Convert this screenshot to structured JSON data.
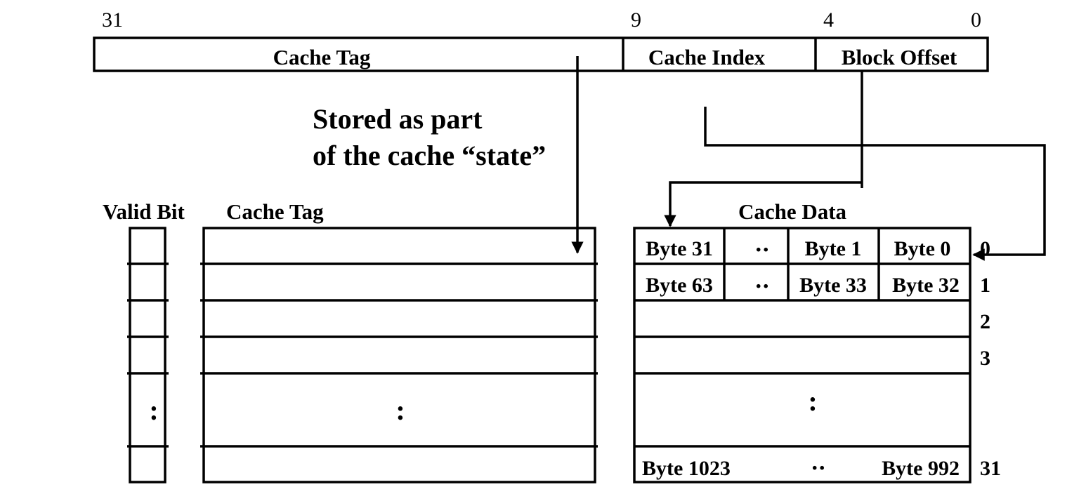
{
  "address": {
    "bit_labels": [
      "31",
      "9",
      "4",
      "0"
    ],
    "fields": [
      "Cache Tag",
      "Cache Index",
      "Block Offset"
    ]
  },
  "note": [
    "Stored as part",
    "of the cache “state”"
  ],
  "headers": {
    "valid_bit": "Valid Bit",
    "cache_tag": "Cache Tag",
    "cache_data": "Cache Data"
  },
  "ellipsis_vertical": ":",
  "ellipsis_horizontal": "․․",
  "data_rows": [
    {
      "cells": [
        "Byte 31",
        "․․",
        "Byte 1",
        "Byte 0"
      ],
      "index": "0"
    },
    {
      "cells": [
        "Byte 63",
        "․․",
        "Byte 33",
        "Byte 32"
      ],
      "index": "1"
    },
    {
      "cells": [],
      "index": "2"
    },
    {
      "cells": [],
      "index": "3"
    },
    {
      "cells": [
        "Byte 1023",
        "․․",
        "Byte 992"
      ],
      "index": "31"
    }
  ]
}
